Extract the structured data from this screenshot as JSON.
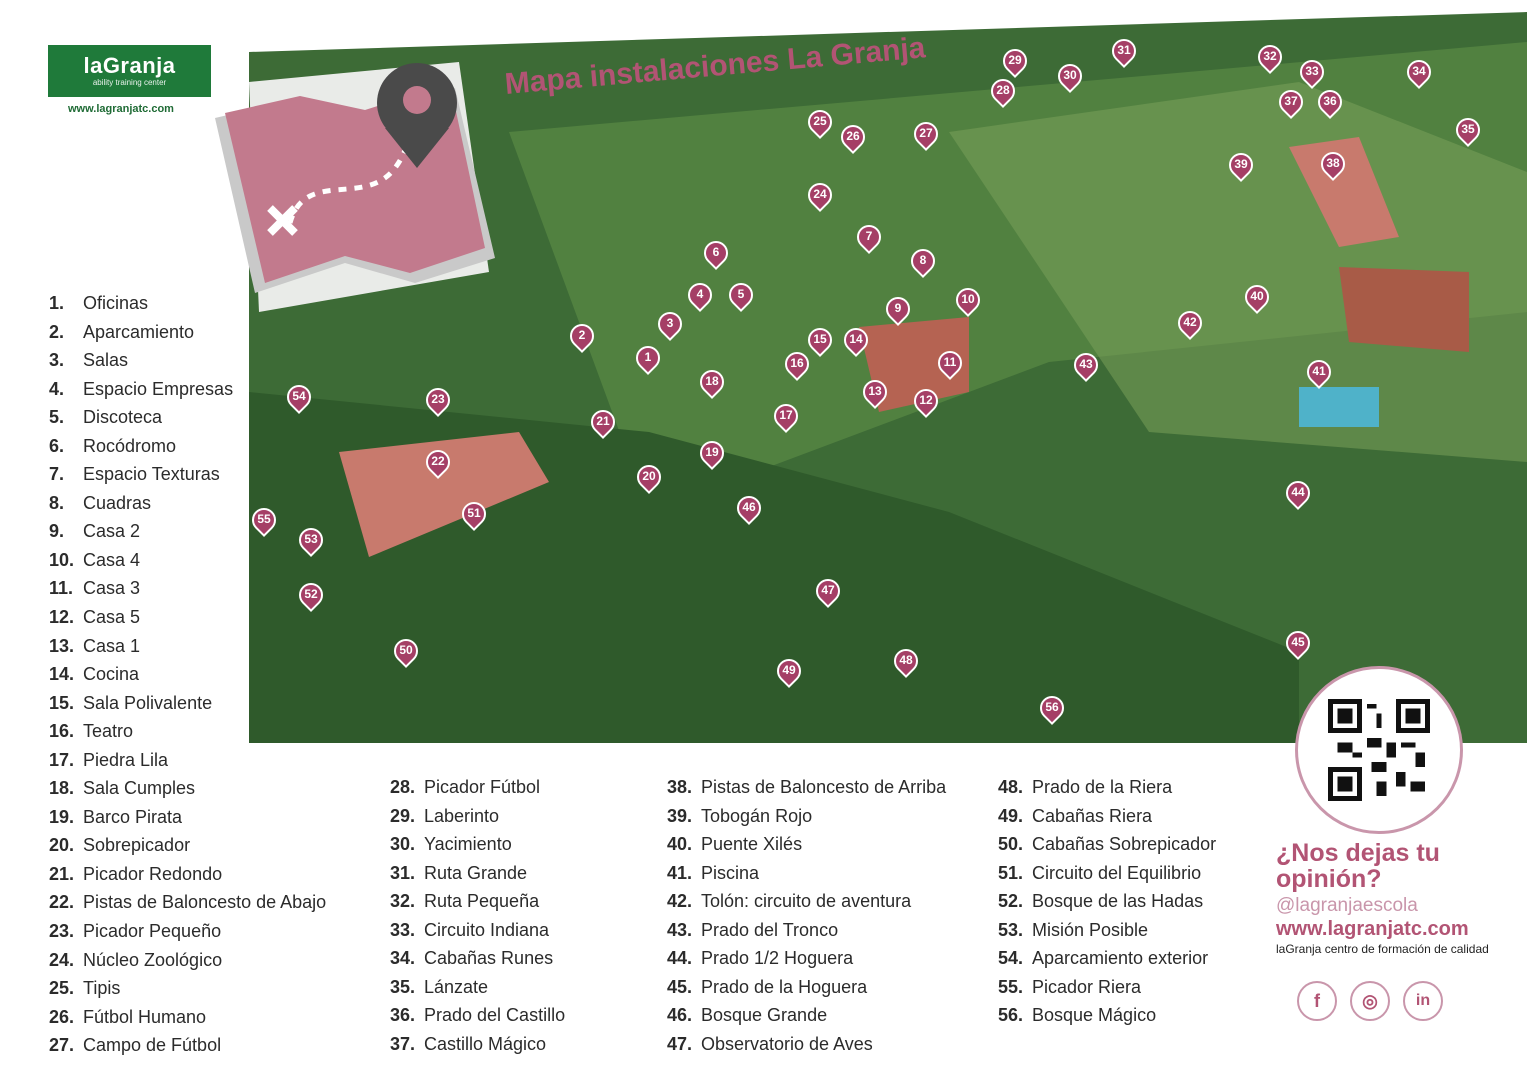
{
  "logo": {
    "brand": "laGranja",
    "tagline": "ability training center",
    "website": "www.lagranjatc.com"
  },
  "title": "Mapa instalaciones La Granja",
  "legend": [
    {
      "num": "1.",
      "name": "Oficinas"
    },
    {
      "num": "2.",
      "name": "Aparcamiento"
    },
    {
      "num": "3.",
      "name": "Salas"
    },
    {
      "num": "4.",
      "name": "Espacio Empresas"
    },
    {
      "num": "5.",
      "name": "Discoteca"
    },
    {
      "num": "6.",
      "name": "Rocódromo"
    },
    {
      "num": "7.",
      "name": "Espacio Texturas"
    },
    {
      "num": "8.",
      "name": "Cuadras"
    },
    {
      "num": "9.",
      "name": "Casa 2"
    },
    {
      "num": "10.",
      "name": "Casa 4"
    },
    {
      "num": "11.",
      "name": "Casa 3"
    },
    {
      "num": "12.",
      "name": "Casa 5"
    },
    {
      "num": "13.",
      "name": "Casa 1"
    },
    {
      "num": "14.",
      "name": "Cocina"
    },
    {
      "num": "15.",
      "name": "Sala Polivalente"
    },
    {
      "num": "16.",
      "name": "Teatro"
    },
    {
      "num": "17.",
      "name": "Piedra Lila"
    },
    {
      "num": "18.",
      "name": "Sala Cumples"
    },
    {
      "num": "19.",
      "name": "Barco Pirata"
    },
    {
      "num": "20.",
      "name": "Sobrepicador"
    },
    {
      "num": "21.",
      "name": "Picador Redondo"
    },
    {
      "num": "22.",
      "name": "Pistas de Baloncesto de Abajo"
    },
    {
      "num": "23.",
      "name": "Picador Pequeño"
    },
    {
      "num": "24.",
      "name": "Núcleo Zoológico"
    },
    {
      "num": "25.",
      "name": "Tipis"
    },
    {
      "num": "26.",
      "name": "Fútbol Humano"
    },
    {
      "num": "27.",
      "name": "Campo de Fútbol"
    },
    {
      "num": "28.",
      "name": "Picador Fútbol"
    },
    {
      "num": "29.",
      "name": "Laberinto"
    },
    {
      "num": "30.",
      "name": "Yacimiento"
    },
    {
      "num": "31.",
      "name": "Ruta Grande"
    },
    {
      "num": "32.",
      "name": "Ruta Pequeña"
    },
    {
      "num": "33.",
      "name": "Circuito Indiana"
    },
    {
      "num": "34.",
      "name": "Cabañas Runes"
    },
    {
      "num": "35.",
      "name": "Lánzate"
    },
    {
      "num": "36.",
      "name": "Prado del Castillo"
    },
    {
      "num": "37.",
      "name": "Castillo Mágico"
    },
    {
      "num": "38.",
      "name": "Pistas de Baloncesto de Arriba"
    },
    {
      "num": "39.",
      "name": "Tobogán Rojo"
    },
    {
      "num": "40.",
      "name": "Puente Xilés"
    },
    {
      "num": "41.",
      "name": "Piscina"
    },
    {
      "num": "42.",
      "name": "Tolón: circuito de aventura"
    },
    {
      "num": "43.",
      "name": "Prado del Tronco"
    },
    {
      "num": "44.",
      "name": "Prado 1/2 Hoguera"
    },
    {
      "num": "45.",
      "name": "Prado de la Hoguera"
    },
    {
      "num": "46.",
      "name": "Bosque Grande"
    },
    {
      "num": "47.",
      "name": "Observatorio de Aves"
    },
    {
      "num": "48.",
      "name": "Prado de la Riera"
    },
    {
      "num": "49.",
      "name": "Cabañas Riera"
    },
    {
      "num": "50.",
      "name": "Cabañas Sobrepicador"
    },
    {
      "num": "51.",
      "name": "Circuito del Equilibrio"
    },
    {
      "num": "52.",
      "name": "Bosque de las Hadas"
    },
    {
      "num": "53.",
      "name": "Misión Posible"
    },
    {
      "num": "54.",
      "name": "Aparcamiento exterior"
    },
    {
      "num": "55.",
      "name": "Picador Riera"
    },
    {
      "num": "56.",
      "name": "Bosque Mágico"
    }
  ],
  "map_pins": [
    "1",
    "2",
    "3",
    "4",
    "5",
    "6",
    "7",
    "8",
    "9",
    "10",
    "11",
    "12",
    "13",
    "14",
    "15",
    "16",
    "17",
    "18",
    "19",
    "20",
    "21",
    "22",
    "23",
    "24",
    "25",
    "26",
    "27",
    "28",
    "29",
    "30",
    "31",
    "32",
    "33",
    "34",
    "35",
    "36",
    "37",
    "38",
    "39",
    "40",
    "41",
    "42",
    "43",
    "44",
    "45",
    "46",
    "47",
    "48",
    "49",
    "50",
    "51",
    "52",
    "53",
    "54",
    "55",
    "56"
  ],
  "feedback": {
    "question": "¿Nos dejas tu opinión?",
    "handle": "@lagranjaescola",
    "website": "www.lagranjatc.com",
    "tagline": "laGranja centro de formación de calidad"
  },
  "social": [
    {
      "name": "facebook",
      "glyph": "f"
    },
    {
      "name": "instagram",
      "glyph": "◎"
    },
    {
      "name": "linkedin",
      "glyph": "in"
    }
  ],
  "colors": {
    "accent": "#b25474",
    "pin": "#a53f66",
    "brand_green": "#1f7a3a"
  }
}
